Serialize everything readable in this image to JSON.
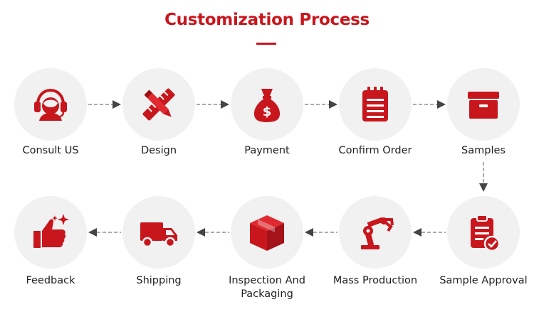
{
  "title": "Customization Process",
  "accent_color": "#c8161d",
  "steps": [
    {
      "label": "Consult US",
      "icon": "headset-agent-icon"
    },
    {
      "label": "Design",
      "icon": "pencil-ruler-icon"
    },
    {
      "label": "Payment",
      "icon": "money-bag-icon"
    },
    {
      "label": "Confirm Order",
      "icon": "order-list-icon"
    },
    {
      "label": "Samples",
      "icon": "sample-box-icon"
    },
    {
      "label": "Sample Approval",
      "icon": "clipboard-check-icon"
    },
    {
      "label": "Mass Production",
      "icon": "robot-arm-icon"
    },
    {
      "label": "Inspection And Packaging",
      "icon": "package-box-icon"
    },
    {
      "label": "Shipping",
      "icon": "delivery-truck-icon"
    },
    {
      "label": "Feedback",
      "icon": "thumbs-up-icon"
    }
  ]
}
